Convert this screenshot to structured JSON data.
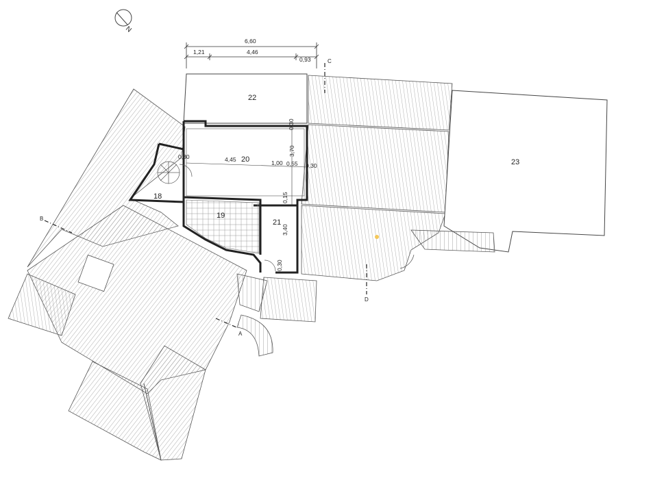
{
  "north": {
    "label": "N"
  },
  "top_dimensions": {
    "total": "6,60",
    "part_1": "1,21",
    "part_2": "4,46",
    "part_3": "0,93"
  },
  "rooms": {
    "r18": "18",
    "r19": "19",
    "r20": "20",
    "r21": "21",
    "r22": "22",
    "r23": "23"
  },
  "room_20_dims": {
    "width": "4,45",
    "depth": "3,70",
    "wall_left": "0,30",
    "wall_right": "0,30",
    "wall_top": "0,30",
    "door": "1,00",
    "gap": "0,55"
  },
  "room_21_dims": {
    "depth": "3,40",
    "wall_top": "0,15",
    "wall_bottom": "0,30"
  },
  "section_marks": {
    "a": "A",
    "b": "B",
    "c": "C",
    "d": "D"
  },
  "colors": {
    "line": "#333333",
    "hatch": "#8a8a8a",
    "accent": "#f5c85a"
  }
}
